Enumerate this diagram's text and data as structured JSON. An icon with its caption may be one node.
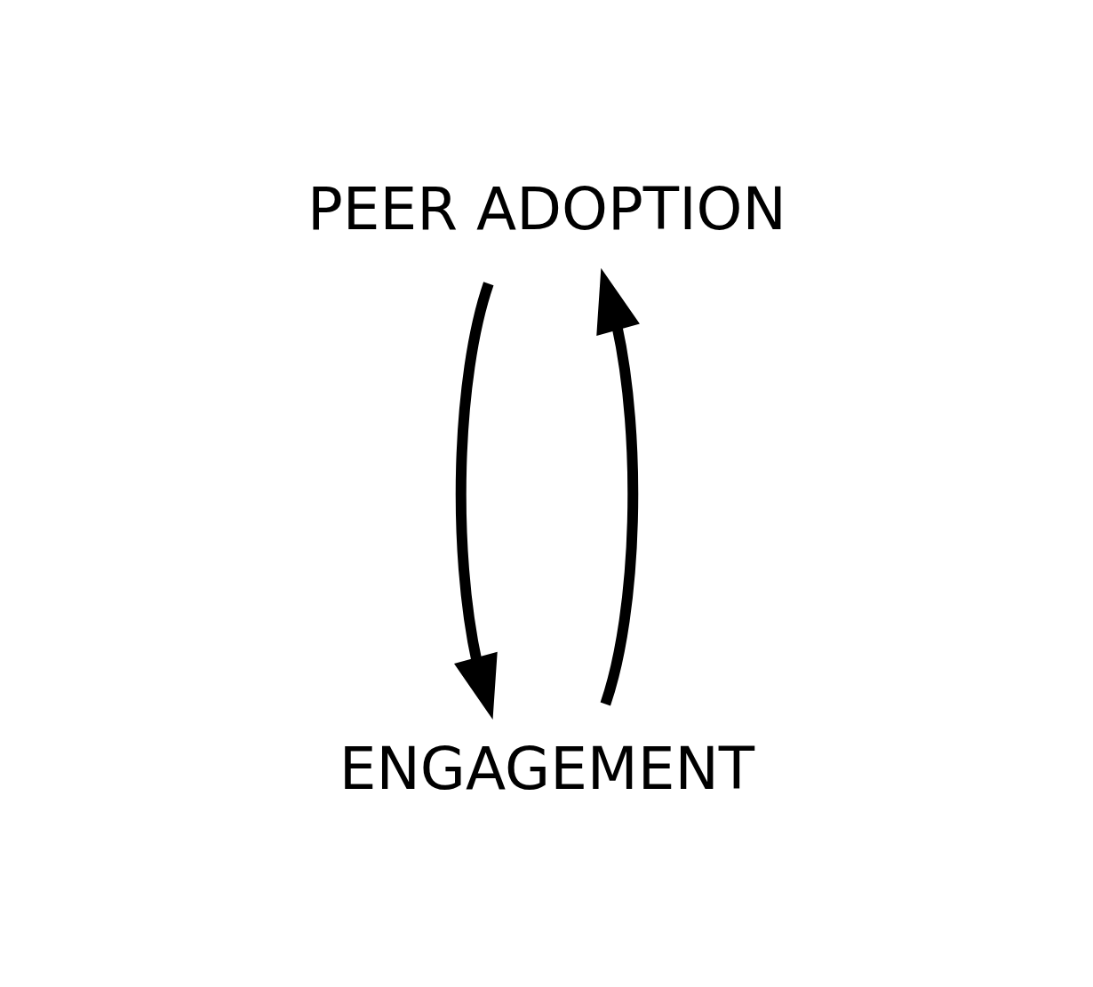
{
  "diagram": {
    "nodes": [
      {
        "text": [
          "PEER ADOPTION"
        ]
      },
      {
        "text": [
          "ENGAGEMENT"
        ]
      }
    ],
    "edges": [
      {
        "from": 0,
        "to": 1,
        "arrow": "to"
      },
      {
        "from": 1,
        "to": 0,
        "arrow": "to"
      }
    ]
  }
}
